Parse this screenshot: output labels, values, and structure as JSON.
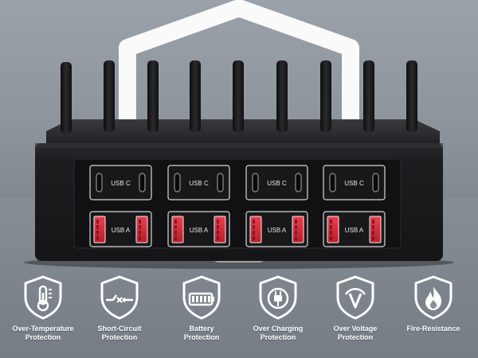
{
  "colors": {
    "background": "#8d949c",
    "device_body": "#1c1c1e",
    "usb_a_red": "#d92b3a",
    "icon_white": "#ffffff"
  },
  "ports": {
    "usb_c_label": "USB C",
    "usb_a_label": "USB A",
    "usb_c_groups": 4,
    "usb_a_groups": 4
  },
  "features": [
    {
      "icon": "thermometer-shield-icon",
      "line1": "Over-Temperature",
      "line2": "Protection"
    },
    {
      "icon": "circuit-shield-icon",
      "line1": "Short-Circuit",
      "line2": "Protection"
    },
    {
      "icon": "battery-shield-icon",
      "line1": "Battery",
      "line2": "Protection"
    },
    {
      "icon": "plug-shield-icon",
      "line1": "Over Charging",
      "line2": "Protection"
    },
    {
      "icon": "voltage-shield-icon",
      "line1": "Over Voltage",
      "line2": "Protection"
    },
    {
      "icon": "flame-shield-icon",
      "line1": "Fire-Resistance",
      "line2": ""
    }
  ]
}
